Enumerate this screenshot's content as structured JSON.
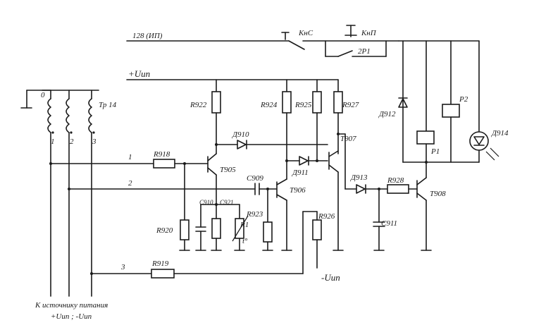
{
  "labels": {
    "bus_128": "128 (ИП)",
    "knc": "КнС",
    "knp": "КнП",
    "r2p1": "2Р1",
    "plus_u": "+Uип",
    "minus_u": "-Uип",
    "tr": "Тр 14",
    "t0": "0",
    "t1": "1",
    "t2": "2",
    "t3": "3",
    "line1": "1",
    "line2": "2",
    "line3": "3",
    "r918": "R918",
    "r919": "R919",
    "r920": "R920",
    "r922": "R922",
    "r923": "R923",
    "r924": "R924",
    "r925": "R925",
    "r926": "R926",
    "r927": "R927",
    "r928": "R928",
    "r1": "R1",
    "t_deg": "t°",
    "t905": "Т905",
    "t906": "Т906",
    "t907": "Т907",
    "t908": "Т908",
    "d910": "Д910",
    "d911": "Д911",
    "d912": "Д912",
    "d913": "Д913",
    "d914": "Д914",
    "c909": "С909",
    "c910": "С910",
    "c911": "С911",
    "c921": "С921",
    "p1": "Р1",
    "p2": "Р2",
    "source_line1": "К источнику питания",
    "source_line2": "+Uип ; -Uип"
  }
}
